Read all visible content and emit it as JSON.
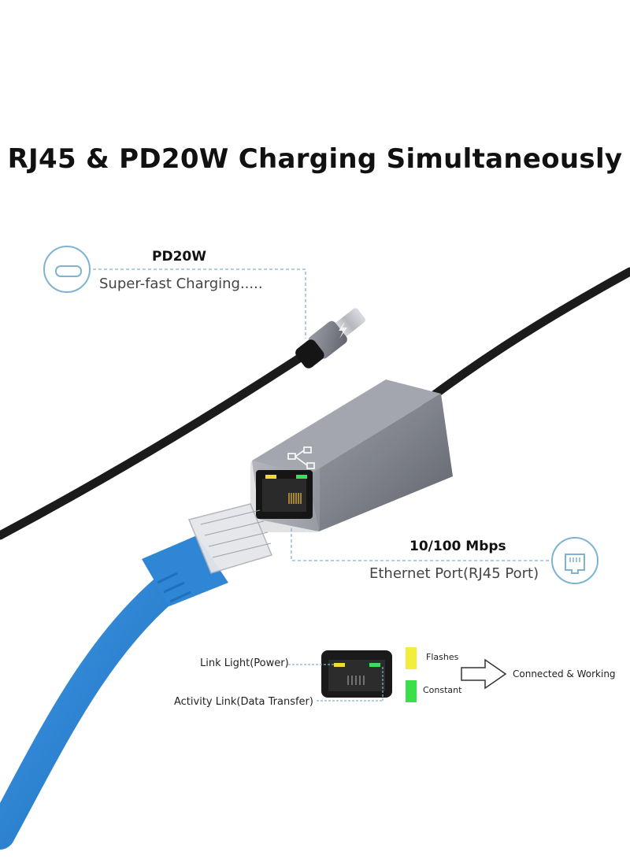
{
  "title": "RJ45 & PD20W Charging Simultaneously",
  "pd": {
    "heading": "PD20W",
    "subtitle": "Super-fast Charging....."
  },
  "ethernet": {
    "heading": "10/100 Mbps",
    "subtitle": "Ethernet Port(RJ45 Port)"
  },
  "legend": {
    "link_light": "Link Light(Power)",
    "activity_link": "Activity Link(Data Transfer)",
    "flashes": "Flashes",
    "constant": "Constant",
    "result": "Connected & Working"
  },
  "colors": {
    "flash": "#f2ee3a",
    "constant": "#39e04a",
    "cable_blue": "#2f86d4",
    "adapter_gray": "#8a8d96",
    "accent_line": "#7fb3d0"
  },
  "icons": [
    "usb-c-port-icon",
    "ethernet-port-icon",
    "lightning-bolt-icon",
    "network-topology-icon",
    "right-arrow-icon"
  ]
}
